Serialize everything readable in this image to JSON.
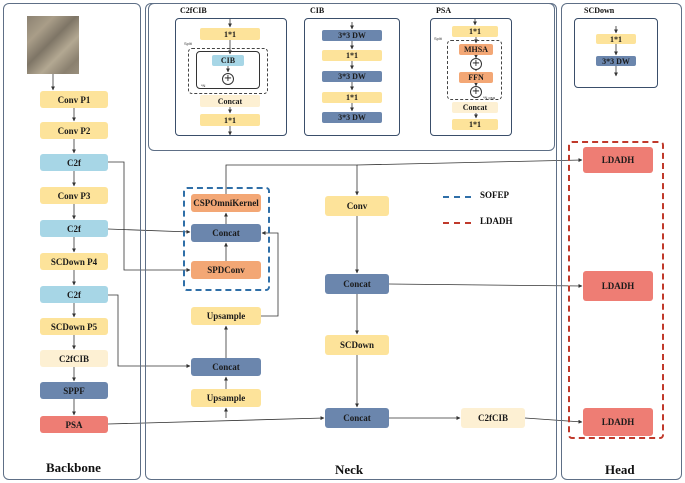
{
  "colors": {
    "yellow": "#fde39a",
    "blue": "#a7d6e6",
    "orange": "#f3a775",
    "slate": "#6b86ad",
    "cream": "#fdf0d3",
    "red": "#ee7d74",
    "sofep_dash": "#2f6fa8",
    "ldadh_dash": "#c0392b",
    "panel_border": "#5e6f86"
  },
  "backbone": {
    "title": "Backbone",
    "blocks": [
      "Conv P1",
      "Conv P2",
      "C2f",
      "Conv P3",
      "C2f",
      "SCDown P4",
      "C2f",
      "SCDown P5",
      "C2fCIB",
      "SPPF",
      "PSA"
    ]
  },
  "neck": {
    "title": "Neck",
    "sofep": {
      "csp": "CSPOmniKernel",
      "concat": "Concat",
      "spd": "SPDConv"
    },
    "upsample_1": "Upsample",
    "concat_low": "Concat",
    "upsample_2": "Upsample",
    "conv": "Conv",
    "concat_mid": "Concat",
    "scdown": "SCDown",
    "concat_bottom": "Concat",
    "c2fcib": "C2fCIB"
  },
  "head": {
    "title": "Head",
    "blocks": [
      "LDADH",
      "LDADH",
      "LDADH"
    ]
  },
  "legend": {
    "sofep": "SOFEP",
    "ldadh": "LDADH"
  },
  "modules": {
    "c2fcib": {
      "title": "C2fCIB",
      "top": "1*1",
      "split": "Split",
      "cib": "CIB",
      "n": "*N",
      "concat": "Concat",
      "bottom": "1*1"
    },
    "cib": {
      "title": "CIB",
      "blocks": [
        "3*3 DW",
        "1*1",
        "3*3 DW",
        "1*1",
        "3*3 DW"
      ]
    },
    "psa": {
      "title": "PSA",
      "top": "1*1",
      "split": "Split",
      "mhsa": "MHSA",
      "ffn": "FFN",
      "n": "*N psa",
      "concat": "Concat",
      "bottom": "1*1"
    },
    "scdown": {
      "title": "SCDown",
      "blocks": [
        "1*1",
        "3*3 DW"
      ]
    }
  }
}
